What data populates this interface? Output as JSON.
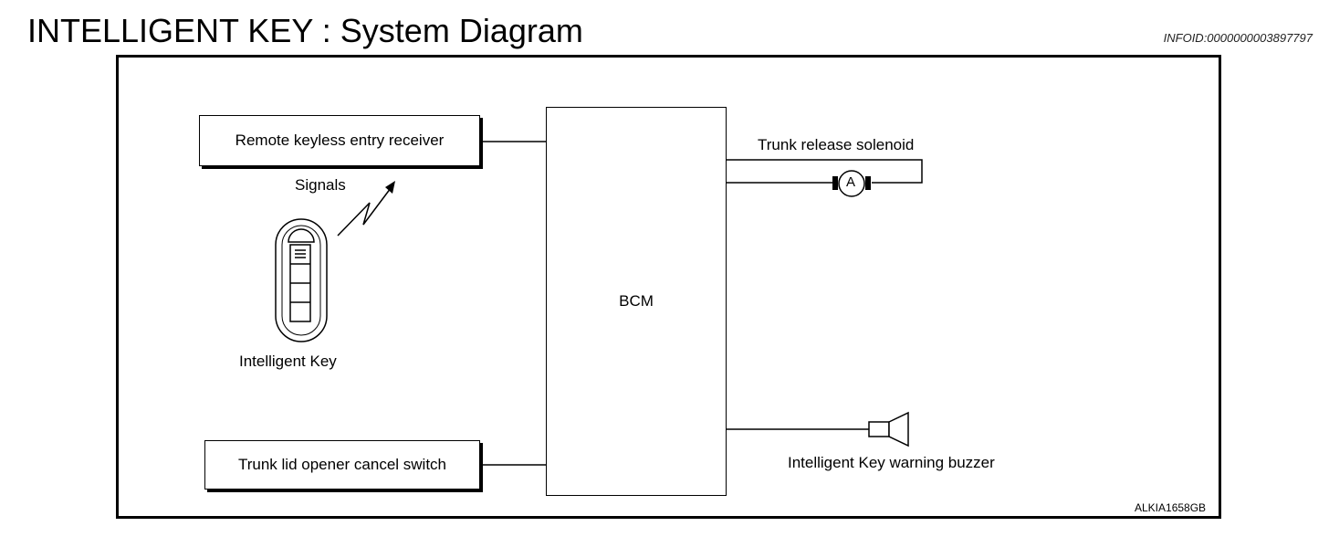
{
  "header": {
    "title": "INTELLIGENT KEY : System Diagram",
    "info_id": "INFOID:0000000003897797"
  },
  "diagram": {
    "bcm_label": "BCM",
    "remote_receiver_label": "Remote keyless entry receiver",
    "trunk_switch_label": "Trunk lid opener cancel switch",
    "signals_label": "Signals",
    "intelligent_key_label": "Intelligent Key",
    "trunk_solenoid_label": "Trunk release solenoid",
    "motor_symbol_letter": "A",
    "buzzer_label": "Intelligent Key warning buzzer",
    "figure_code": "ALKIA1658GB"
  }
}
